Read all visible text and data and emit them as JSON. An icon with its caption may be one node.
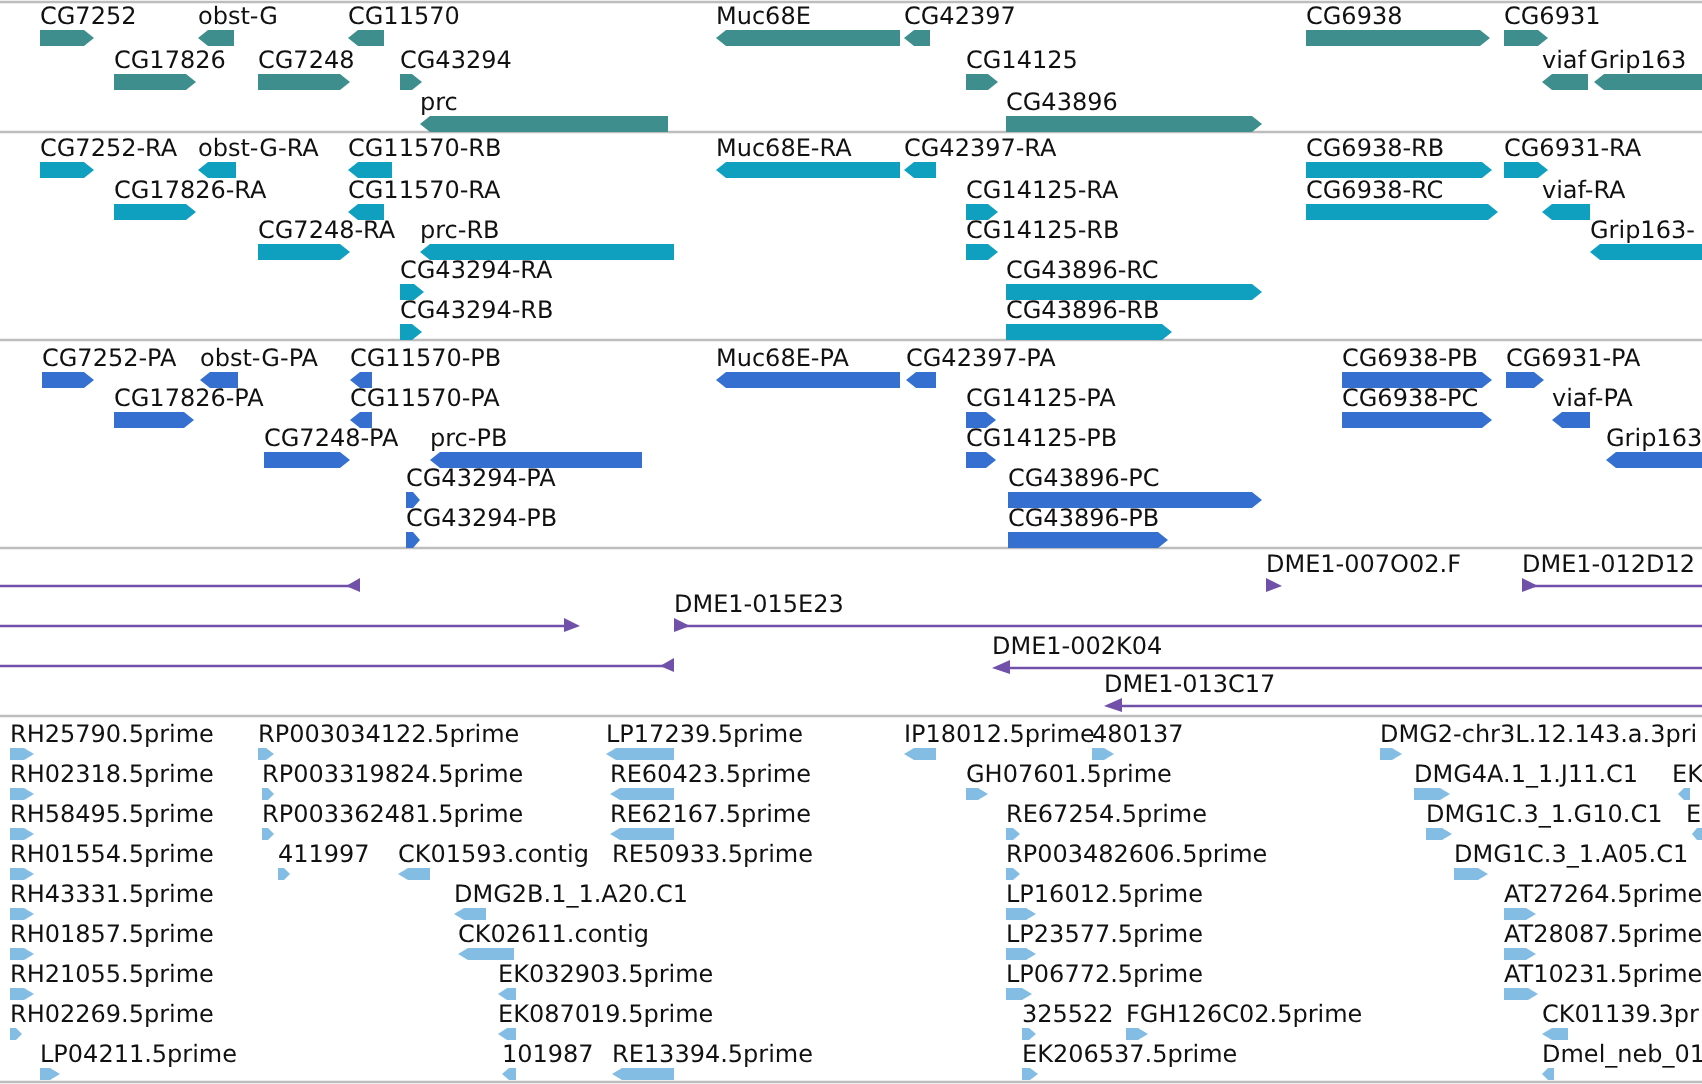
{
  "diagram": {
    "labels": [
      "CG7252",
      "obst-G",
      "CG11570",
      "Muc68E",
      "CG42397",
      "CG6938",
      "CG6931",
      "CG17826",
      "CG7248",
      "CG43294",
      "CG14125",
      "viaf",
      "Grip163",
      "prc",
      "CG43896",
      "CG7252-RA",
      "obst-G-RA",
      "CG11570-RB",
      "Muc68E-RA",
      "CG42397-RA",
      "CG6938-RB",
      "CG6931-RA",
      "CG17826-RA",
      "CG11570-RA",
      "CG14125-RA",
      "CG6938-RC",
      "viaf-RA",
      "CG7248-RA",
      "prc-RB",
      "CG14125-RB",
      "Grip163-",
      "CG43294-RA",
      "CG43896-RC",
      "CG43294-RB",
      "CG43896-RB",
      "CG7252-PA",
      "obst-G-PA",
      "CG11570-PB",
      "Muc68E-PA",
      "CG42397-PA",
      "CG6938-PB",
      "CG6931-PA",
      "CG17826-PA",
      "CG11570-PA",
      "CG14125-PA",
      "CG6938-PC",
      "viaf-PA",
      "CG7248-PA",
      "prc-PB",
      "CG14125-PB",
      "Grip163",
      "CG43294-PA",
      "CG43896-PC",
      "CG43294-PB",
      "CG43896-PB",
      "DME1-007O02.F",
      "DME1-012D12",
      "DME1-015E23",
      "DME1-002K04",
      "DME1-013C17",
      "RH25790.5prime",
      "RP003034122.5prime",
      "LP17239.5prime",
      "IP18012.5prime",
      "480137",
      "DMG2-chr3L.12.143.a.3pri",
      "RH02318.5prime",
      "RP003319824.5prime",
      "RE60423.5prime",
      "GH07601.5prime",
      "DMG4A.1_1.J11.C1",
      "EK",
      "RH58495.5prime",
      "RP003362481.5prime",
      "RE62167.5prime",
      "RE67254.5prime",
      "DMG1C.3_1.G10.C1",
      "E",
      "RH01554.5prime",
      "411997",
      "CK01593.contig",
      "RE50933.5prime",
      "RP003482606.5prime",
      "DMG1C.3_1.A05.C1",
      "RH43331.5prime",
      "DMG2B.1_1.A20.C1",
      "LP16012.5prime",
      "AT27264.5prime",
      "RH01857.5prime",
      "CK02611.contig",
      "LP23577.5prime",
      "AT28087.5prime",
      "RH21055.5prime",
      "EK032903.5prime",
      "LP06772.5prime",
      "AT10231.5prime",
      "RH02269.5prime",
      "EK087019.5prime",
      "325522",
      "FGH126C02.5prime",
      "CK01139.3pr",
      "LP04211.5prime",
      "101987",
      "RE13394.5prime",
      "EK206537.5prime",
      "Dmel_neb_01"
    ]
  }
}
